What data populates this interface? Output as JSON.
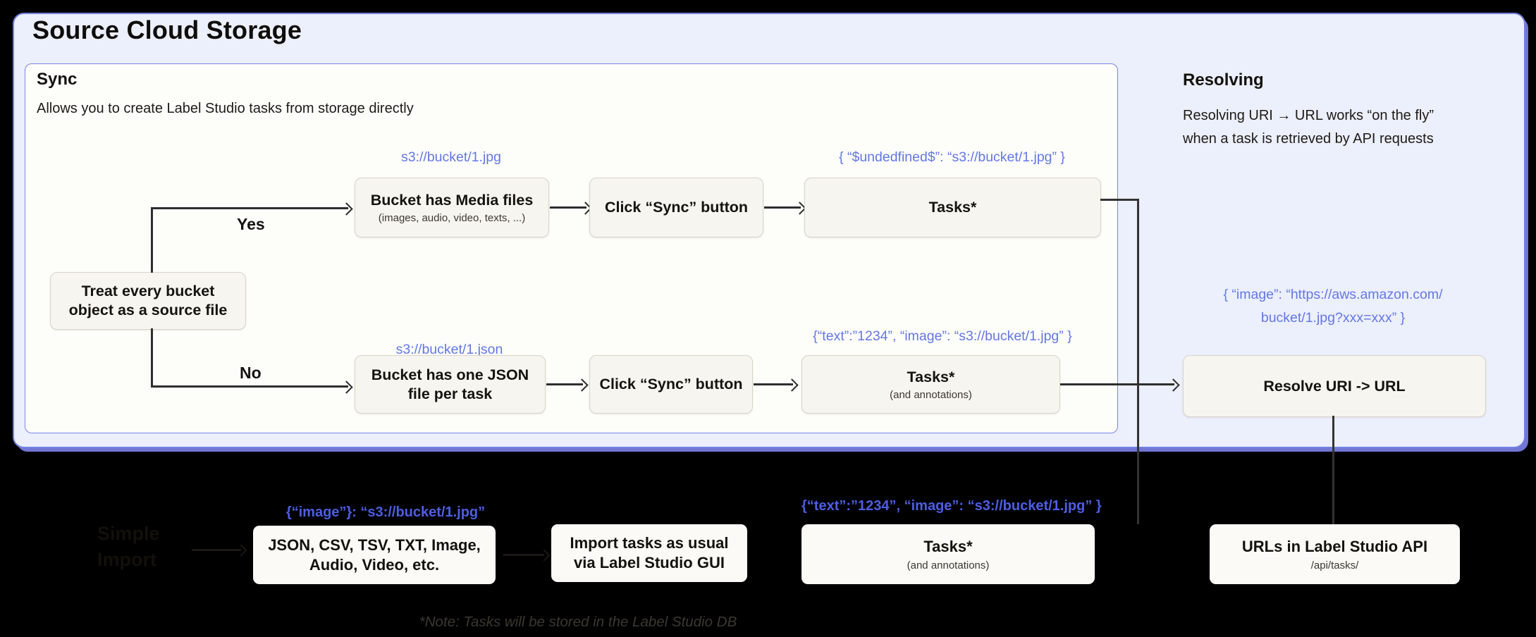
{
  "page": {
    "title": "Source Cloud Storage"
  },
  "colors": {
    "background": "#000000",
    "container_fill": "#eceffc",
    "container_border": "#7381e0",
    "panel_fill": "#fdfdfa",
    "panel_border": "#7b86e2",
    "flow_box_fill": "#f7f5f0",
    "flow_box_border": "#d9d4c7",
    "annotation_blue": "#6377e6",
    "annotation_blue_bold": "#4d5ee2",
    "line_dark": "#2e2e2e"
  },
  "sync": {
    "heading": "Sync",
    "subtitle": "Allows you to create Label Studio tasks from storage directly",
    "decision": {
      "line1": "Treat every bucket",
      "line2": "object as a source file"
    },
    "yes_label": "Yes",
    "no_label": "No",
    "row_media": {
      "uri_label": "s3://bucket/1.jpg",
      "box_bucket_title": "Bucket has Media files",
      "box_bucket_sub": "(images, audio, video, texts, ...)",
      "box_click": "Click “Sync” button",
      "tasks_title": "Tasks*",
      "json_label": "{ “$undedfined$”: “s3://bucket/1.jpg” }"
    },
    "row_json": {
      "uri_label": "s3://bucket/1.json",
      "box_bucket_line1": "Bucket has one JSON",
      "box_bucket_line2": "file per task",
      "box_click": "Click “Sync” button",
      "tasks_title": "Tasks*",
      "tasks_sub": "(and annotations)",
      "json_label": "{“text”:”1234”,  “image”: “s3://bucket/1.jpg” }"
    }
  },
  "resolving": {
    "heading": "Resolving",
    "desc_line1": "Resolving URI → URL works “on the fly”",
    "desc_line2": "when a task is retrieved by API requests",
    "json_line1": "{ “image”: “https://aws.amazon.com/",
    "json_line2": "bucket/1.jpg?xxx=xxx” }",
    "resolve_box": "Resolve URI -> URL"
  },
  "bottom": {
    "ghost_line1": "Simple",
    "ghost_line2": "Import",
    "formats_label": "{“image”}: “s3://bucket/1.jpg”",
    "box_formats_line1": "JSON, CSV, TSV, TXT, Image,",
    "box_formats_line2": "Audio, Video, etc.",
    "box_import_line1": "Import tasks as usual",
    "box_import_line2": "via Label Studio GUI",
    "tasks_label": "{“text”:”1234”,  “image”: “s3://bucket/1.jpg” }",
    "tasks_title": "Tasks*",
    "tasks_sub": "(and annotations)",
    "box_api_title": "URLs in Label Studio API",
    "box_api_sub": "/api/tasks/",
    "note": "*Note: Tasks will be stored in the Label Studio DB"
  }
}
